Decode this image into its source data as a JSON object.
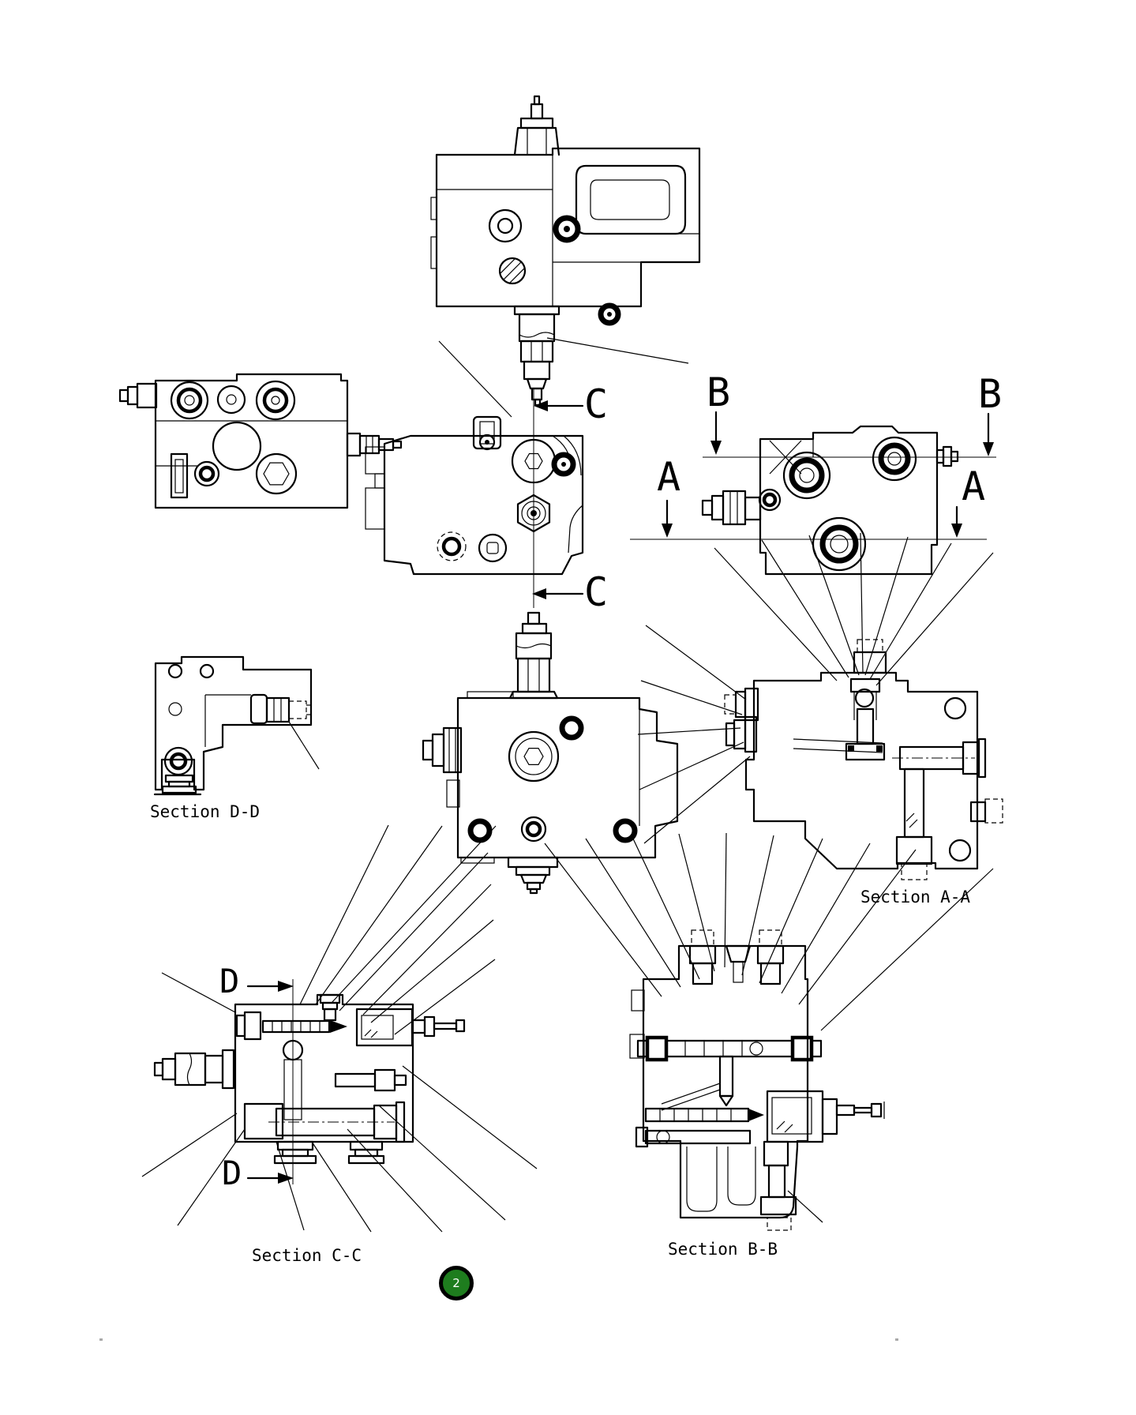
{
  "page": {
    "background": "#ffffff",
    "ink": "#000000",
    "description": "Hydraulic valve assembly engineering drawing with orthographic views and section views"
  },
  "markers": {
    "c_top": "C",
    "c_bottom": "C",
    "b_left": "B",
    "b_right": "B",
    "a_left": "A",
    "a_right": "A",
    "d_top": "D",
    "d_bottom": "D"
  },
  "section_labels": {
    "dd": "Section D-D",
    "aa": "Section A-A",
    "cc": "Section C-C",
    "bb": "Section B-B"
  },
  "page_badge": {
    "number": "2",
    "fill": "#1e7d1e",
    "ring": "#000000",
    "text_color": "#ffffff"
  }
}
